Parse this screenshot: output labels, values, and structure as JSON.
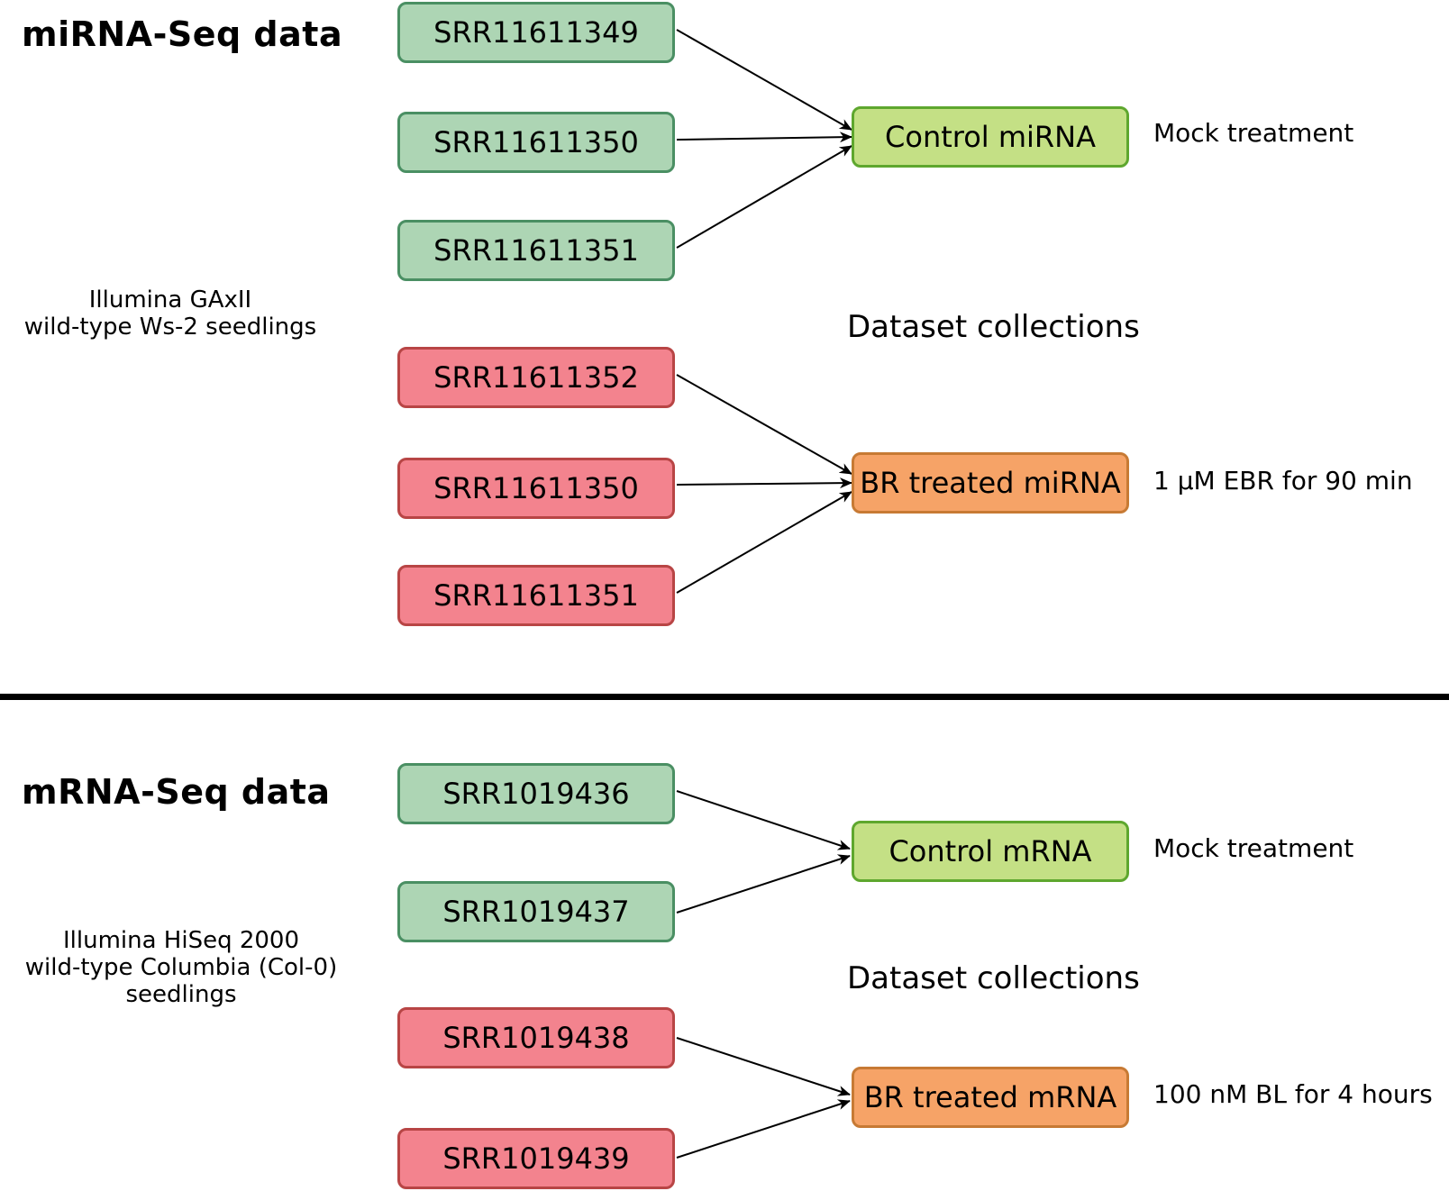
{
  "mirna": {
    "title": "miRNA-Seq data",
    "platform": "Illumina GAxII",
    "sample": "wild-type Ws-2 seedlings",
    "control_accessions": [
      "SRR11611349",
      "SRR11611350",
      "SRR11611351"
    ],
    "treated_accessions": [
      "SRR11611352",
      "SRR11611350",
      "SRR11611351"
    ],
    "control_collection": "Control miRNA",
    "treated_collection": "BR treated miRNA",
    "control_note": "Mock treatment",
    "treated_note": "1 µM EBR for 90 min",
    "collections_label": "Dataset collections"
  },
  "mrna": {
    "title": "mRNA-Seq data",
    "platform": "Illumina HiSeq 2000",
    "sample_line1": "wild-type Columbia (Col-0)",
    "sample_line2": "seedlings",
    "control_accessions": [
      "SRR1019436",
      "SRR1019437"
    ],
    "treated_accessions": [
      "SRR1019438",
      "SRR1019439"
    ],
    "control_collection": "Control mRNA",
    "treated_collection": "BR treated mRNA",
    "control_note": "Mock treatment",
    "treated_note": "100 nM BL for 4 hours",
    "collections_label": "Dataset collections"
  },
  "colors": {
    "control_fill": "#add5b4",
    "treated_fill": "#f3838e",
    "control_collection_fill": "#c4e085",
    "treated_collection_fill": "#f6a367"
  }
}
